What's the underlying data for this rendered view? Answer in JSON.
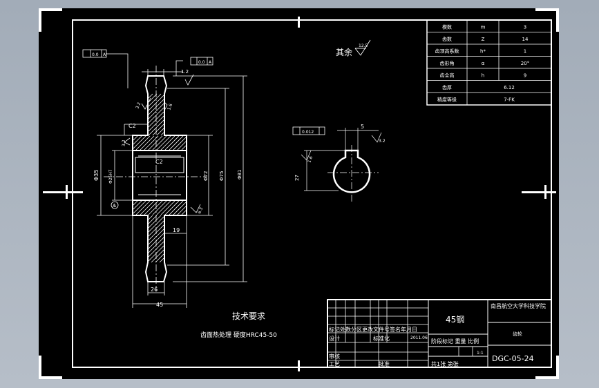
{
  "drawing": {
    "datum_ref_1": "A",
    "datum_ref_2": "A",
    "tol_runout_1": "0.0",
    "tol_runout_2": "0.0",
    "tol_sym": "0.012",
    "datum_a": "A",
    "rough_default_label": "其余",
    "rough_default_value": "12.5",
    "rough_1": "3.2",
    "rough_2": "1.6",
    "rough_3": "3.2",
    "rough_4": "6.3",
    "rough_5": "1.6",
    "rough_6": "3.2",
    "rough_7": "6.3",
    "chamfer_top": "C2",
    "chamfer_bore": "C2",
    "dim_bore": "Φ25",
    "dim_hub_od": "Φ35",
    "dim_hub_fit": "Φ25H7",
    "dim_root": "Φ72",
    "dim_pitch": "Φ75",
    "dim_tip": "Φ81",
    "dim_hub_length": "19",
    "dim_tooth_width": "26",
    "dim_total_width": "45",
    "dim_tooth_tip": "1.2",
    "dim_keyway_w": "5",
    "dim_keyway_h": "27",
    "tech_title": "技术要求",
    "tech_note": "齿面热处理  硬度HRC45-50"
  },
  "params": {
    "rows": [
      {
        "name": "模数",
        "sym": "m",
        "val": "3"
      },
      {
        "name": "齿数",
        "sym": "Z",
        "val": "14"
      },
      {
        "name": "齿顶高系数",
        "sym": "h*",
        "val": "1"
      },
      {
        "name": "齿形角",
        "sym": "α",
        "val": "20°"
      },
      {
        "name": "齿全高",
        "sym": "h",
        "val": "9"
      },
      {
        "name": "齿厚",
        "sym": "",
        "val": "6.12"
      },
      {
        "name": "精度等级",
        "sym": "",
        "val": "7-FK"
      }
    ]
  },
  "title_block": {
    "material": "45钢",
    "school": "南昌航空大学科技学院",
    "part_name": "齿轮",
    "drawing_no": "DGC-05-24",
    "header_row": "标记处数分区更改文件号签名年月日",
    "design_label": "设计",
    "std_label": "标准化",
    "date": "2011.06",
    "stage_row": "阶段标记 重量 比例",
    "scale": "1:1",
    "review_label": "审核",
    "process_label": "工艺",
    "approve_label": "批准",
    "sheet_row": "共1张 第张"
  }
}
